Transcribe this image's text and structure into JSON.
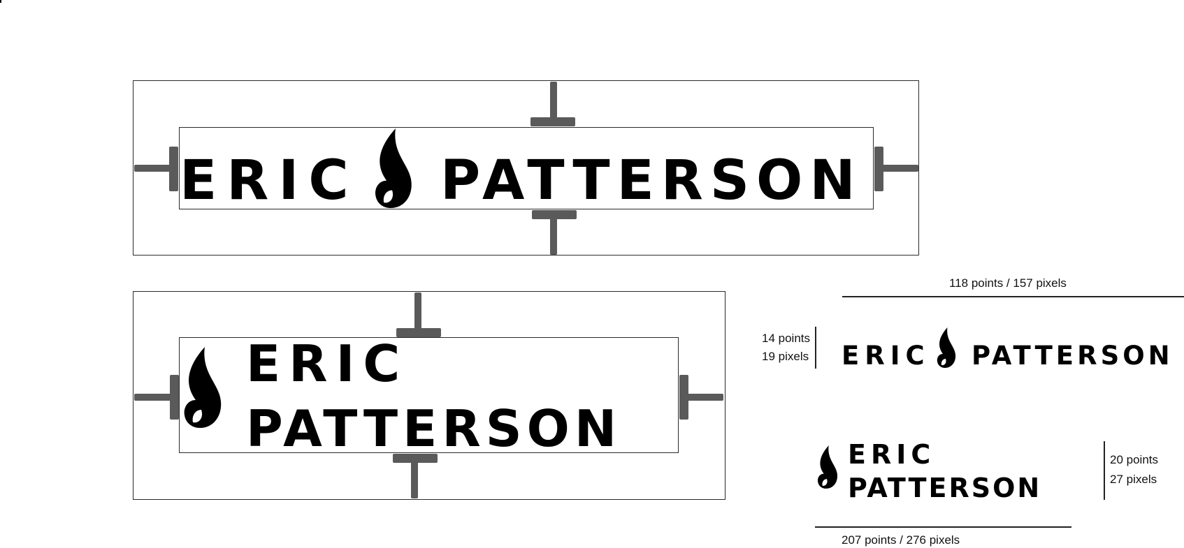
{
  "logo": {
    "first_name": "ERIC",
    "last_name": "PATTERSON",
    "icon": "flame-icon"
  },
  "measurements": {
    "horizontal_small": "118 points / 157 pixels",
    "small_height_points": "14 points",
    "small_height_pixels": "19 pixels",
    "stacked_height_points": "20 points",
    "stacked_height_pixels": "27 pixels",
    "horizontal_stacked": "207 points / 276 pixels"
  },
  "colors": {
    "logo": "#000000",
    "clearspace_marker": "#5a5a5a",
    "frame": "#2a2a2a"
  }
}
